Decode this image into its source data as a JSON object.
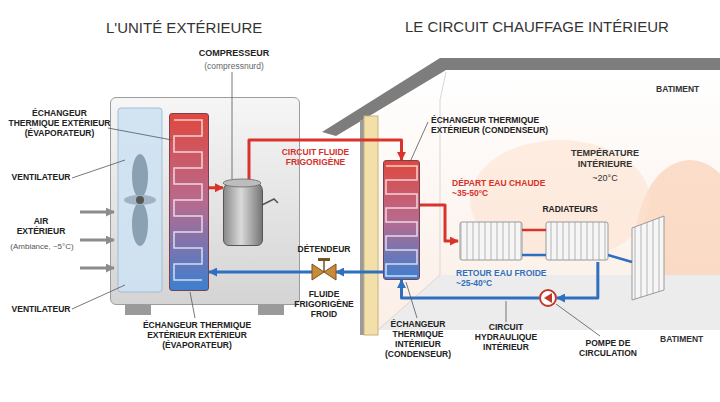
{
  "diagram": {
    "nodes": [
      {
        "text": [
          "L'UNITÉ EXTÉRIEURE"
        ]
      },
      {
        "text": [
          "ÉCHANGEUR THERMIQUE EXTÉRIEUR (ÉVAPORATEUR)",
          "ÉCHANGEUR THERMIQUE EXTÉRIEUR EXTÉRIEUR (ÉVAPORATEUR)"
        ],
        "in": 0
      },
      {
        "text": [
          "COMPRESSEUR",
          "(compressnurd)"
        ],
        "in": 0
      },
      {
        "text": [
          "DÉTENDEUR"
        ]
      },
      {
        "text": [
          "LE CIRCUIT CHAUFFAGE INTÉRIEUR"
        ]
      },
      {
        "text": [
          "ÉCHANGEUR THERMIQUE EXTÉRIEUR (CONDENSEUR)",
          "ÉCHANGEUR THERMIQUE INTÉRIEUR (CONDENSEUR)"
        ],
        "in": 4
      },
      {
        "text": [
          "RADIATEURS"
        ],
        "in": 4
      },
      {
        "text": [
          "POMPE DE CIRCULATION"
        ],
        "in": 4
      }
    ],
    "edges": [
      {
        "from": 1,
        "to": 2,
        "arrow": "to"
      },
      {
        "from": 2,
        "to": 5,
        "label": "CIRCUIT FLUIDE FRIGORIGÈNE",
        "arrow": "to"
      },
      {
        "from": 5,
        "to": 3,
        "arrow": "to"
      },
      {
        "from": 3,
        "to": 1,
        "arrow": "to"
      },
      {
        "from": 5,
        "to": 6,
        "label": "DÉPART EAU CHAUDE ~35-50°C",
        "arrow": "to"
      },
      {
        "from": 6,
        "to": 7,
        "label": "RETOUR EAU FROIDE ~25-40°C",
        "arrow": "to"
      },
      {
        "from": 7,
        "to": 5,
        "arrow": "to"
      }
    ],
    "labels": [
      "VENTILATEUR",
      "AIR EXTÉRIEUR",
      "(Ambiance, ~5°C)",
      "VENTILATEUR",
      "FLUIDE FRIGORIGÈNE FROID",
      "BATIMENT",
      "TEMPÉRATURE INTÉRIEURE",
      "~20°C",
      "CIRCUIT HYDRAULIQUE INTÉRIEUR",
      "BATIMENT"
    ]
  }
}
